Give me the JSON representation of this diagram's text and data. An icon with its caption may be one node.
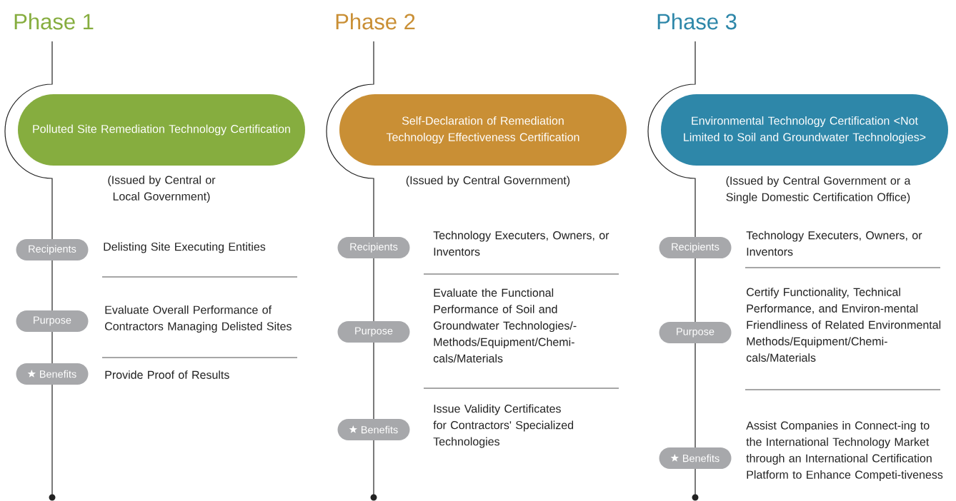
{
  "diagram": {
    "nodes": [
      {
        "text": [
          "Polluted Site Remediation Technology Certification"
        ],
        "beside": [
          "(Issued by Central or Local Government)"
        ]
      },
      {
        "text": [
          "Recipients"
        ],
        "beside": [
          "Delisting Site Executing Entities"
        ]
      },
      {
        "text": [
          "Purpose"
        ],
        "beside": [
          "Evaluate Overall Performance of Contractors Managing Delisted Sites"
        ]
      },
      {
        "text": [
          "Benefits"
        ],
        "beside": [
          "Provide Proof of Results"
        ]
      },
      {
        "text": [
          "Self-Declaration of Remediation Technology Effectiveness Certification"
        ],
        "beside": [
          "(Issued by Central Government)"
        ]
      },
      {
        "text": [
          "Recipients"
        ],
        "beside": [
          "Technology Executers, Owners, or Inventors"
        ]
      },
      {
        "text": [
          "Purpose"
        ],
        "beside": [
          "Evaluate the Functional Performance of Soil and Groundwater Technologies/-Methods/Equipment/Chemi-cals/Materials"
        ]
      },
      {
        "text": [
          "Benefits"
        ],
        "beside": [
          "Issue Validity Certificates for Contractors' Specialized Technologies"
        ]
      },
      {
        "text": [
          "Environmental Technology Certification <Not Limited to Soil and Groundwater Technologies>"
        ],
        "beside": [
          "(Issued by Central Government or a Single Domestic Certification Office)"
        ]
      },
      {
        "text": [
          "Recipients"
        ],
        "beside": [
          "Technology Executers, Owners, or Inventors"
        ]
      },
      {
        "text": [
          "Purpose"
        ],
        "beside": [
          "Certify Functionality, Technical Performance, and Environ-mental Friendliness of Related Environmental Methods/Equipment/Chemi-cals/Materials"
        ]
      },
      {
        "text": [
          "Benefits"
        ],
        "beside": [
          "Assist Companies in Connect-ing to the International Technology Market through an International Certification Platform to Enhance Competi-tiveness"
        ]
      }
    ],
    "labels": [
      "Phase 1",
      "Phase 2",
      "Phase 3"
    ]
  }
}
